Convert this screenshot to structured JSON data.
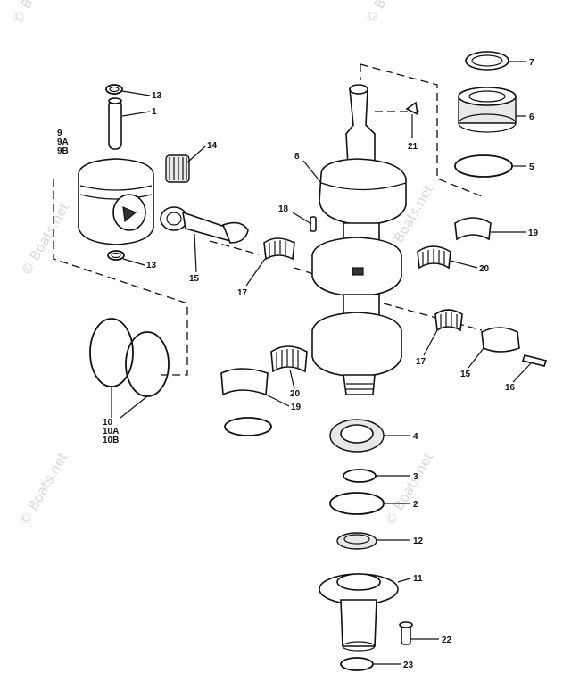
{
  "watermark": {
    "text": "© Boats.net"
  },
  "callouts": [
    {
      "id": "c1",
      "label": "1"
    },
    {
      "id": "c2",
      "label": "2"
    },
    {
      "id": "c3",
      "label": "3"
    },
    {
      "id": "c4",
      "label": "4"
    },
    {
      "id": "c5",
      "label": "5"
    },
    {
      "id": "c6",
      "label": "6"
    },
    {
      "id": "c7",
      "label": "7"
    },
    {
      "id": "c8",
      "label": "8"
    },
    {
      "id": "c9",
      "label": "9"
    },
    {
      "id": "c9a",
      "label": "9A"
    },
    {
      "id": "c9b",
      "label": "9B"
    },
    {
      "id": "c10",
      "label": "10"
    },
    {
      "id": "c10a",
      "label": "10A"
    },
    {
      "id": "c10b",
      "label": "10B"
    },
    {
      "id": "c11",
      "label": "11"
    },
    {
      "id": "c12",
      "label": "12"
    },
    {
      "id": "c13a",
      "label": "13"
    },
    {
      "id": "c13b",
      "label": "13"
    },
    {
      "id": "c14",
      "label": "14"
    },
    {
      "id": "c15a",
      "label": "15"
    },
    {
      "id": "c15b",
      "label": "15"
    },
    {
      "id": "c16",
      "label": "16"
    },
    {
      "id": "c17a",
      "label": "17"
    },
    {
      "id": "c17b",
      "label": "17"
    },
    {
      "id": "c18",
      "label": "18"
    },
    {
      "id": "c19a",
      "label": "19"
    },
    {
      "id": "c19b",
      "label": "19"
    },
    {
      "id": "c20a",
      "label": "20"
    },
    {
      "id": "c20b",
      "label": "20"
    },
    {
      "id": "c21",
      "label": "21"
    },
    {
      "id": "c22",
      "label": "22"
    },
    {
      "id": "c23",
      "label": "23"
    }
  ]
}
